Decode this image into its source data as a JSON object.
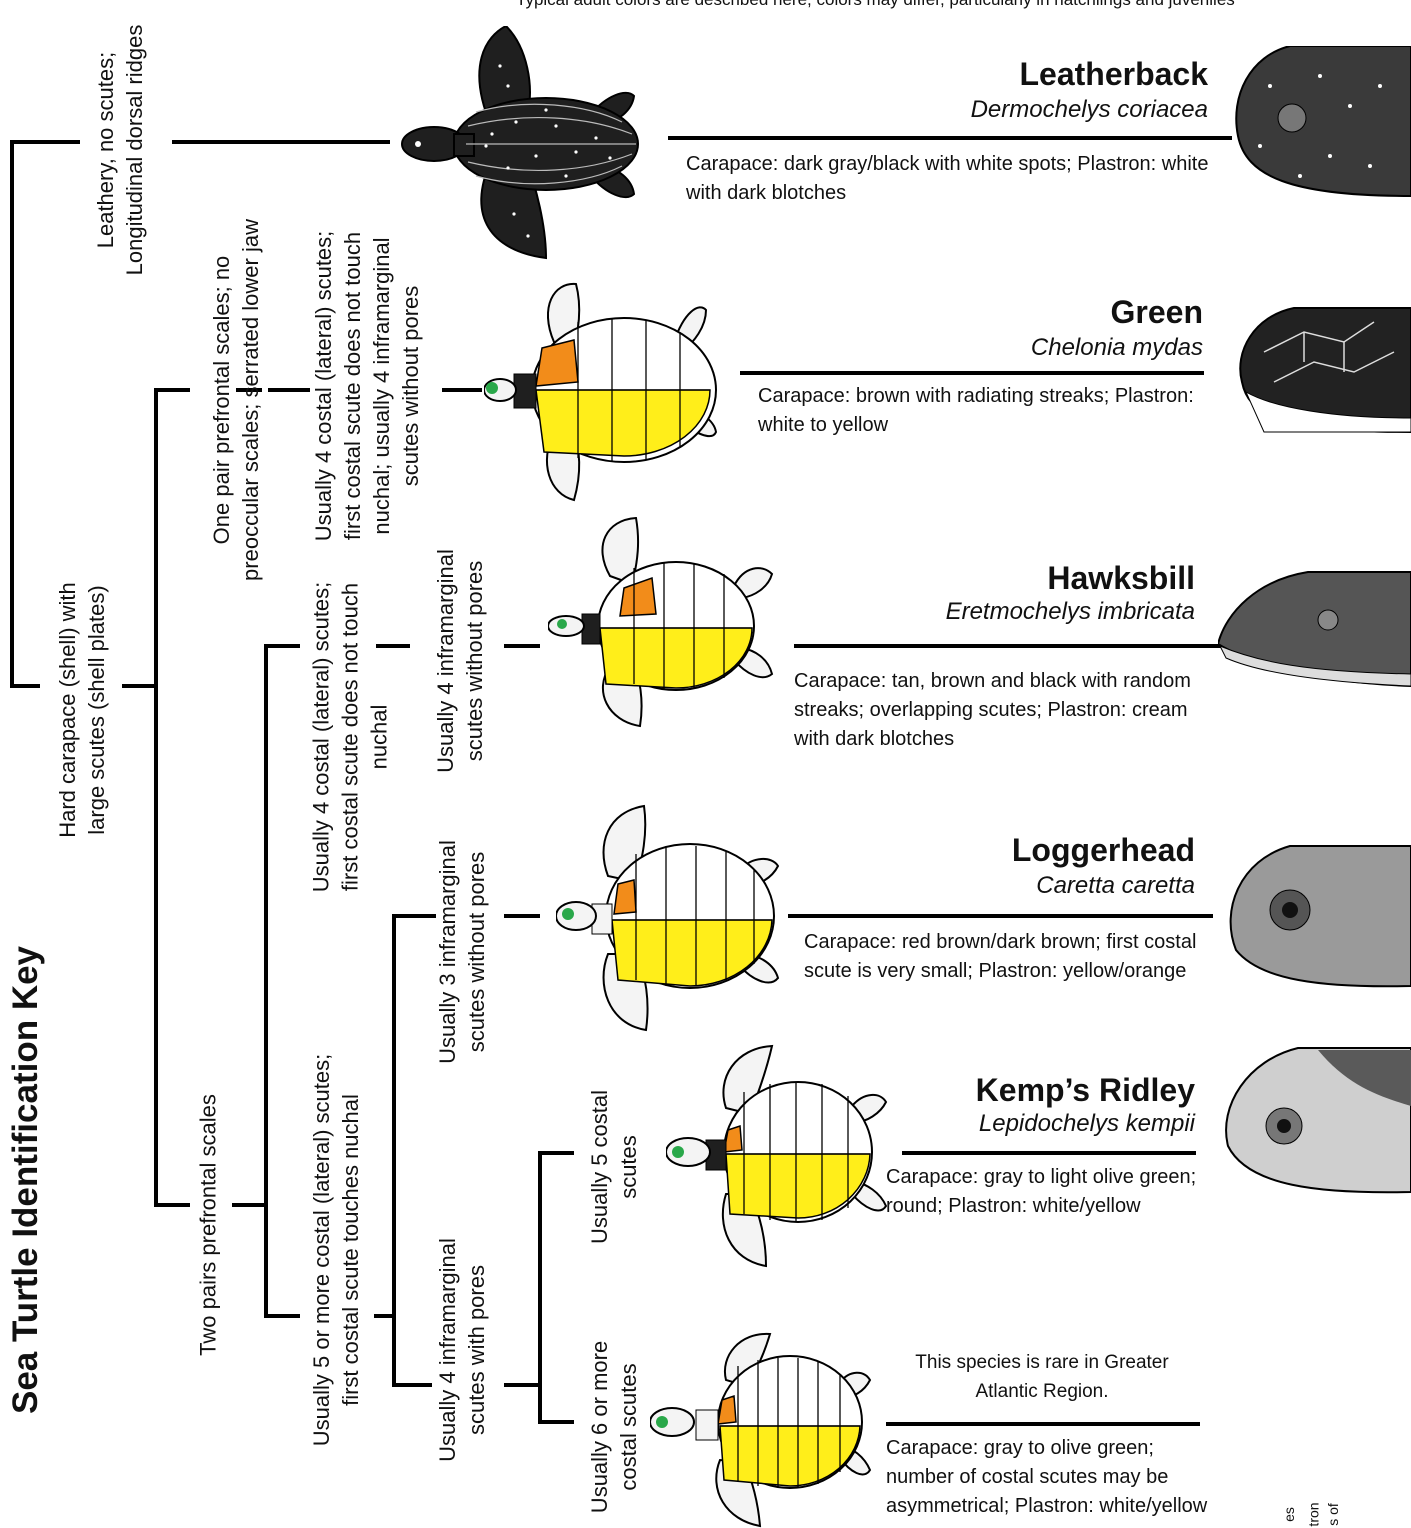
{
  "note": "Typical adult colors are described here, colors may differ, particularly in hatchlings and juveniles",
  "title": "Sea Turtle Identification Key",
  "colors": {
    "orange": "#f28c1a",
    "yellow": "#ffee1a",
    "green": "#2aa84a",
    "dark": "#1f1f1f",
    "line": "#000000"
  },
  "criteria": {
    "leathery": [
      "Leathery, no scutes;",
      "Longitudinal dorsal ridges"
    ],
    "hard": [
      "Hard carapace (shell) with",
      "large scutes (shell plates)"
    ],
    "one_pair": [
      "One pair prefrontal scales; no",
      "preoccular scales; serrated lower jaw"
    ],
    "two_pairs": [
      "Two pairs prefrontal scales"
    ],
    "green_costal": [
      "Usually 4 costal (lateral) scutes;",
      "first costal scute does not touch",
      "nuchal; usually 4 inframarginal",
      "scutes without pores"
    ],
    "four_costal": [
      "Usually 4 costal (lateral) scutes;",
      "first costal scute does not touch",
      "nuchal"
    ],
    "hawk_infra": [
      "Usually 4 inframarginal",
      "scutes without pores"
    ],
    "five_costal": [
      "Usually 5 or more costal (lateral) scutes;",
      "first costal scute touches nuchal"
    ],
    "three_infra": [
      "Usually 3 inframarginal",
      "scutes without pores"
    ],
    "four_infra_pores": [
      "Usually 4 inframarginal",
      "scutes with pores"
    ],
    "five_costal_short": [
      "Usually 5 costal",
      "scutes"
    ],
    "six_costal": [
      "Usually 6 or more",
      "costal scutes"
    ]
  },
  "species": [
    {
      "name": "Leatherback",
      "scientific": "Dermochelys coriacea",
      "description": "Carapace: dark gray/black with white spots; Plastron: white with dark blotches"
    },
    {
      "name": "Green",
      "scientific": "Chelonia mydas",
      "description": "Carapace: brown with radiating streaks; Plastron: white to yellow"
    },
    {
      "name": "Hawksbill",
      "scientific": "Eretmochelys imbricata",
      "description": "Carapace: tan, brown and black with random streaks; overlapping scutes; Plastron: cream with dark blotches"
    },
    {
      "name": "Loggerhead",
      "scientific": "Caretta caretta",
      "description": "Carapace: red brown/dark brown; first costal scute is very small; Plastron: yellow/orange"
    },
    {
      "name": "Kemp’s Ridley",
      "scientific": "Lepidochelys kempii",
      "description": "Carapace: gray to light olive green; round; Plastron: white/yellow"
    },
    {
      "name": "",
      "scientific": "",
      "description": "Carapace: gray to olive green; number of costal scutes may be asymmetrical; Plastron: white/yellow"
    }
  ],
  "rare_note": "This species is rare in Greater Atlantic Region.",
  "cut_text": [
    "es",
    "tron",
    "s of"
  ]
}
